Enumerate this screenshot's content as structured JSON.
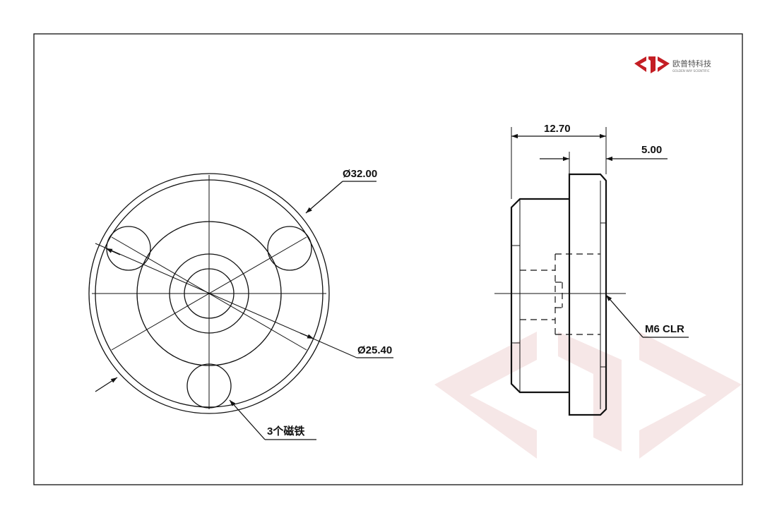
{
  "brand": {
    "name_cn": "欧普特科技",
    "name_en": "GOLDEN WAY SCIENTIFIC",
    "logo_color": "#c41e24",
    "watermark_color": "#f6e7e7"
  },
  "front_view": {
    "outer_diameter_label": "Ø32.00",
    "bolt_circle_label": "Ø25.40",
    "magnets_label": "3个磁铁"
  },
  "side_view": {
    "total_length_label": "12.70",
    "flange_thickness_label": "5.00",
    "hole_label": "M6 CLR"
  }
}
